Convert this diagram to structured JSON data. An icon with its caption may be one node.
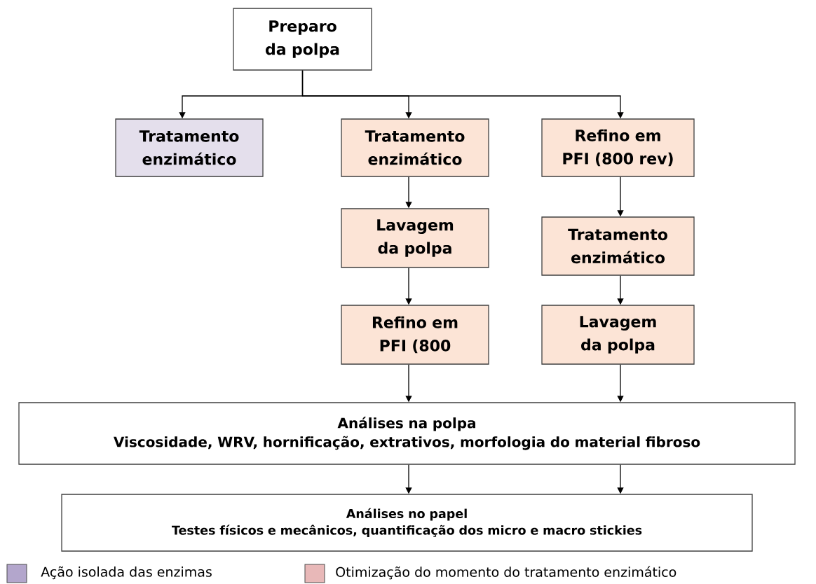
{
  "diagram": {
    "nodes": [
      {
        "text": [
          "Preparo da polpa"
        ]
      },
      {
        "text": [
          "Tratamento enzimático"
        ]
      },
      {
        "text": [
          "Tratamento enzimático"
        ]
      },
      {
        "text": [
          "Refino em PFI (800 rev)"
        ]
      },
      {
        "text": [
          "Lavagem da polpa"
        ]
      },
      {
        "text": [
          "Tratamento enzimático"
        ]
      },
      {
        "text": [
          "Refino em PFI (800"
        ]
      },
      {
        "text": [
          "Lavagem da polpa"
        ]
      },
      {
        "text": [
          "Análises na polpa",
          "Viscosidade, WRV, hornificação, extrativos, morfologia do material fibroso"
        ]
      },
      {
        "text": [
          "Análises no papel",
          "Testes físicos e mecânicos, quantificação dos micro e macro stickies"
        ]
      }
    ],
    "edges": [
      {
        "from": 0,
        "to": 1,
        "arrow": "to"
      },
      {
        "from": 0,
        "to": 2,
        "arrow": "to"
      },
      {
        "from": 0,
        "to": 3,
        "arrow": "to"
      },
      {
        "from": 2,
        "to": 4,
        "arrow": "to"
      },
      {
        "from": 4,
        "to": 6,
        "arrow": "to"
      },
      {
        "from": 3,
        "to": 5,
        "arrow": "to"
      },
      {
        "from": 5,
        "to": 7,
        "arrow": "to"
      },
      {
        "from": 6,
        "to": 8,
        "arrow": "to"
      },
      {
        "from": 7,
        "to": 8,
        "arrow": "to"
      },
      {
        "from": 8,
        "to": 9,
        "arrow": "to"
      },
      {
        "from": 8,
        "to": 9,
        "arrow": "to"
      }
    ],
    "legend": [
      {
        "text": "Ação isolada das enzimas",
        "color": "#b3a6cc"
      },
      {
        "text": "Otimização do momento do tratamento enzimático",
        "color": "#e8b8b8"
      }
    ]
  }
}
